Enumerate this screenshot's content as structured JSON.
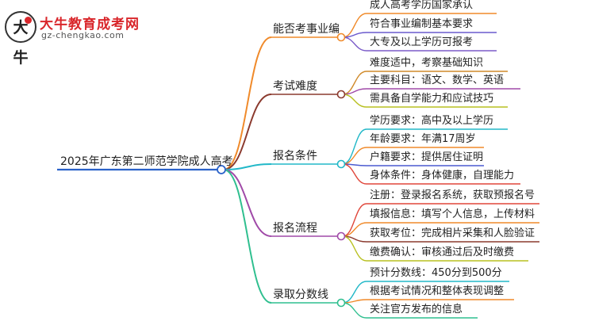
{
  "logo": {
    "badge_glyph": "大牛",
    "title": "大牛教育成考网",
    "url": "gz-chengkao.com"
  },
  "mindmap": {
    "root": "2025年广东第二师范学院成人高考",
    "branches": [
      {
        "label": "能否考事业编",
        "color": "#f08a2a",
        "leaves": [
          "成人高考学历国家承认",
          "符合事业编制基本要求",
          "大专及以上学历可报考"
        ]
      },
      {
        "label": "考试难度",
        "color": "#8b3a2e",
        "leaves": [
          "难度适中，考察基础知识",
          "主要科目：语文、数学、英语",
          "需具备自学能力和应试技巧"
        ]
      },
      {
        "label": "报名条件",
        "color": "#22b8c8",
        "leaves": [
          "学历要求：高中及以上学历",
          "年龄要求：年满17周岁",
          "户籍要求：提供居住证明",
          "身体条件：身体健康，自理能力"
        ]
      },
      {
        "label": "报名流程",
        "color": "#a04aa8",
        "leaves": [
          "注册：登录报名系统，获取预报名号",
          "填报信息：填写个人信息，上传材料",
          "获取考位：完成相片采集和人脸验证",
          "缴费确认：审核通过后及时缴费"
        ]
      },
      {
        "label": "录取分数线",
        "color": "#2fbf8f",
        "leaves": [
          "预计分数线：450分到500分",
          "根据考试情况和整体表现调整",
          "关注官方发布的信息"
        ]
      }
    ],
    "leaf_colors": {
      "0": [
        "#f08a2a",
        "#6a5acd",
        "#7b5cc9"
      ],
      "1": [
        "#d08a2a",
        "#a04aa8",
        "#b8c020"
      ],
      "2": [
        "#22b8c8",
        "#f08a2a",
        "#4a5ad0",
        "#e0463a"
      ],
      "3": [
        "#e0463a",
        "#f08a2a",
        "#8b3a2e",
        "#b8c020"
      ],
      "4": [
        "#22b8c8",
        "#f08a2a",
        "#2fbf8f"
      ]
    },
    "root_color": "#2a62c9"
  }
}
